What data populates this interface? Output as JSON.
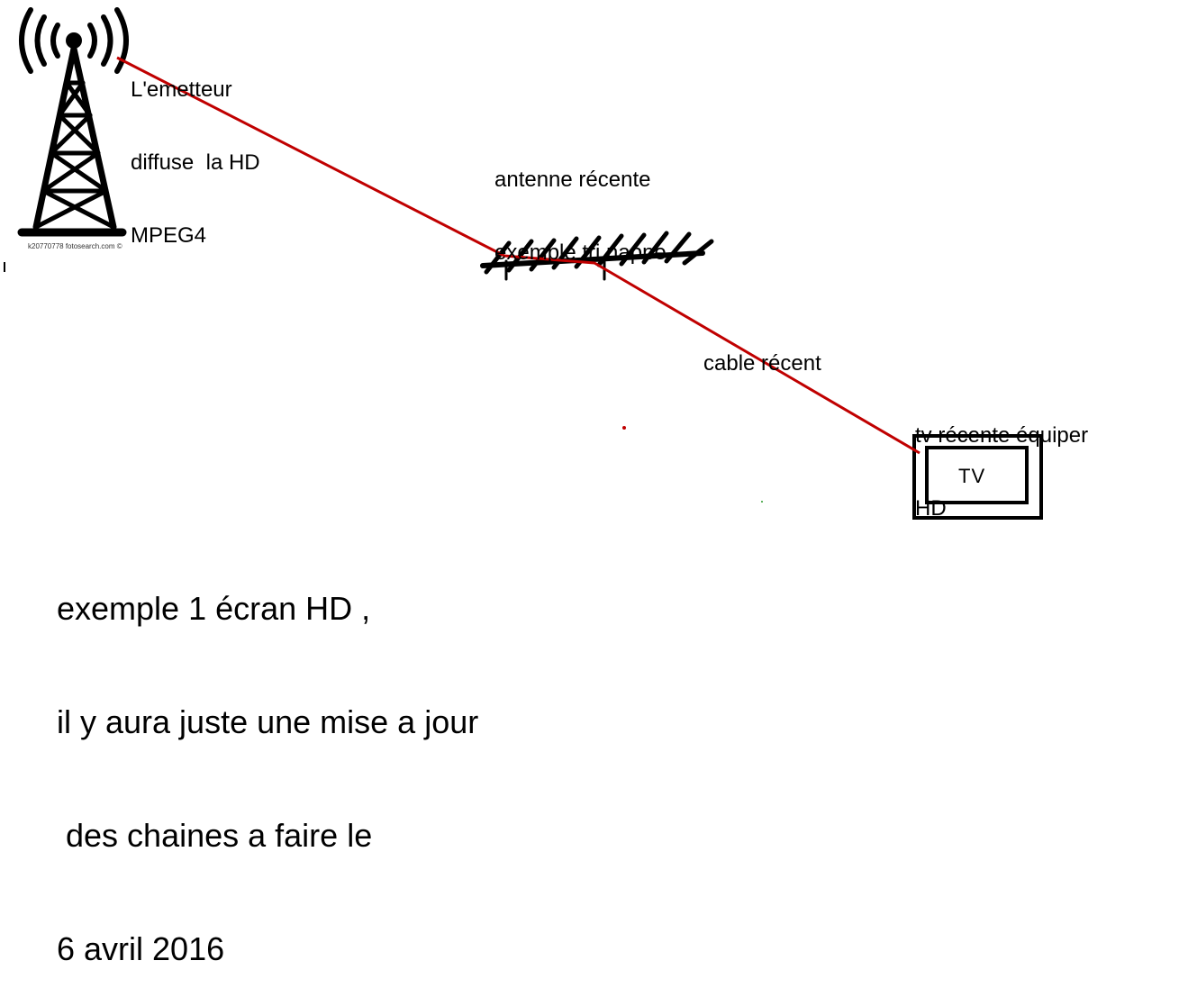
{
  "colors": {
    "signal_line": "#c00000",
    "ink": "#000000",
    "background": "#ffffff"
  },
  "labels": {
    "emitter": [
      "L'emetteur",
      "diffuse  la HD",
      "MPEG4"
    ],
    "antenna": [
      "antenne récente",
      "exemple tri nappe"
    ],
    "cable": "cable récent",
    "tv": [
      "tv récente équiper",
      "HD"
    ],
    "tv_screen": "TV",
    "watermark": "k20770778 fotosearch.com ©"
  },
  "caption": [
    "exemple 1 écran HD ,",
    "il y aura juste une mise a jour",
    " des chaines a faire le",
    "6 avril 2016"
  ],
  "icons": {
    "tower": "radio-tower-icon",
    "antenna": "tv-antenna-icon",
    "tv": "tv-icon"
  }
}
